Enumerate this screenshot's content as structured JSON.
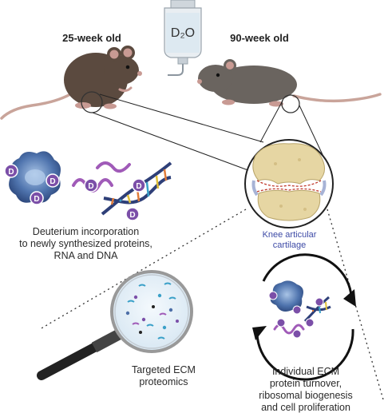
{
  "labels": {
    "young_age": "25-week old",
    "old_age": "90-week old",
    "bottle": "D₂O",
    "deuterium_marker": "D",
    "incorporation": [
      "Deuterium incorporation",
      "to newly synthesized proteins,",
      "RNA and  DNA"
    ],
    "knee": [
      "Knee articular",
      "cartilage"
    ],
    "proteomics": [
      "Targeted ECM",
      "proteomics"
    ],
    "turnover": [
      "Individual ECM",
      "protein turnover,",
      "ribosomal biogenesis",
      "and cell proliferation"
    ]
  },
  "colors": {
    "mouse_young": "#5b4a3f",
    "mouse_old": "#6a645f",
    "ear": "#c89a93",
    "tail": "#c9a49a",
    "deuterium": "#7b4fa8",
    "protein": "#4d6fa8",
    "rna": "#a05bb8",
    "cartilage": "#e6d6a3",
    "knee_text": "#3d4aa6"
  }
}
